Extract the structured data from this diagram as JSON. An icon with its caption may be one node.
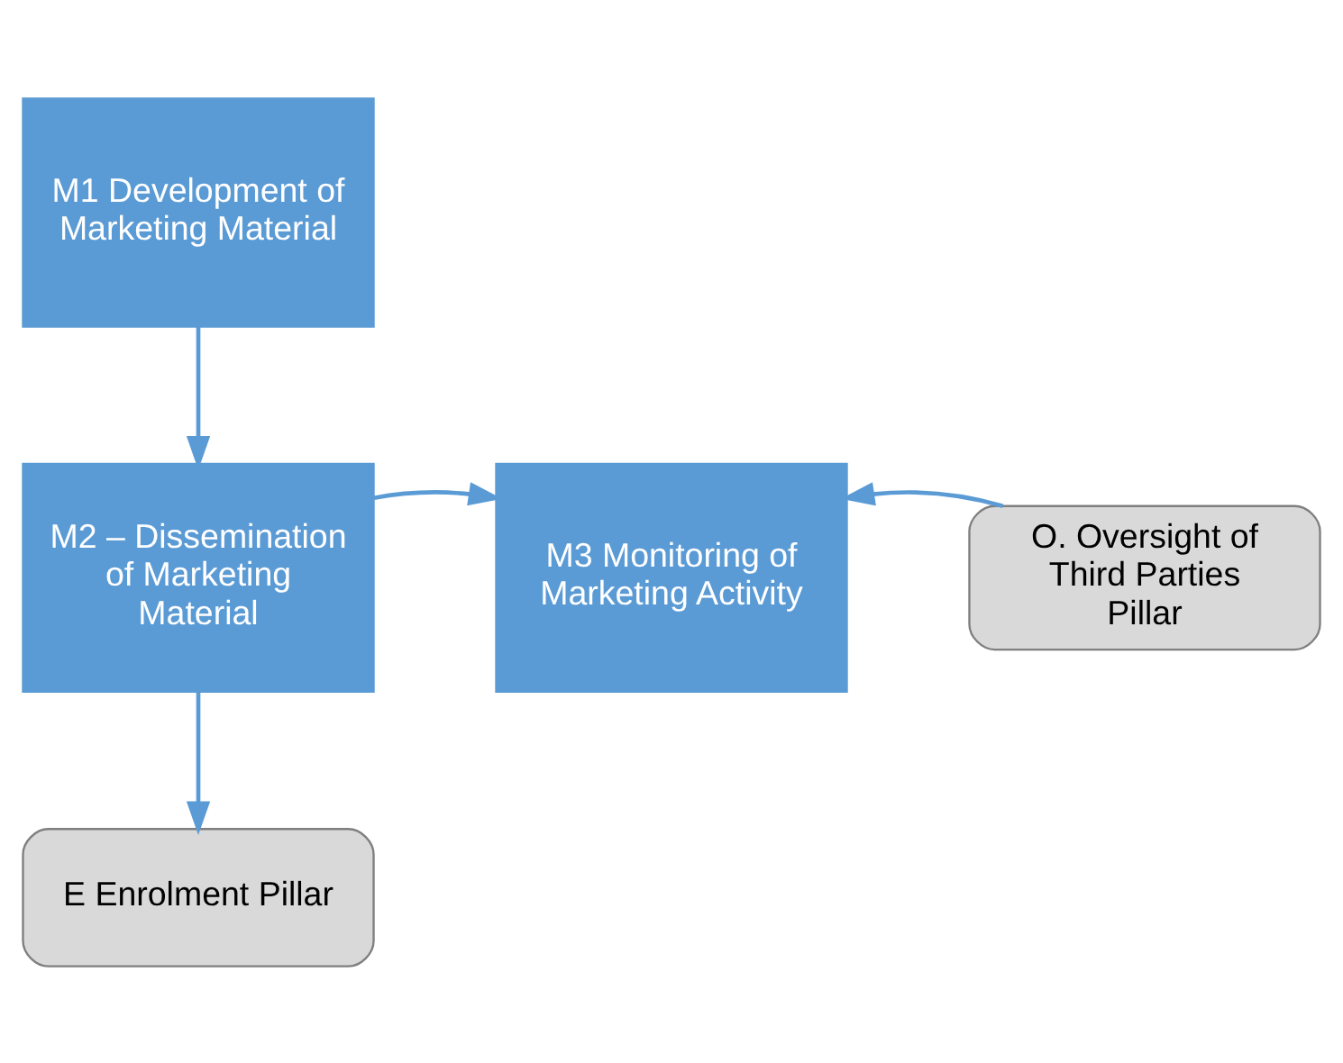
{
  "diagram": {
    "nodes": [
      {
        "text": [
          "M1 Development of Marketing Material"
        ]
      },
      {
        "text": [
          "M2 – Dissemination of Marketing Material"
        ]
      },
      {
        "text": [
          "M3 Monitoring of Marketing Activity"
        ]
      },
      {
        "text": [
          "O. Oversight of Third Parties Pillar"
        ]
      },
      {
        "text": [
          "E Enrolment Pillar"
        ]
      }
    ],
    "edges": [
      {
        "from": 0,
        "to": 1,
        "arrow": "to"
      },
      {
        "from": 1,
        "to": 2,
        "arrow": "to"
      },
      {
        "from": 3,
        "to": 2,
        "arrow": "to"
      },
      {
        "from": 1,
        "to": 4,
        "arrow": "to"
      }
    ]
  }
}
